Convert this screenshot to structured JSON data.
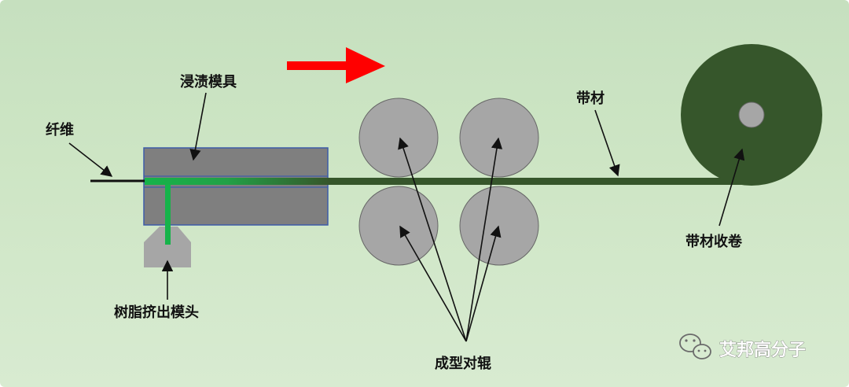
{
  "labels": {
    "fiber": "纤维",
    "die": "浸渍模具",
    "resin_head": "树脂挤出模头",
    "rollers": "成型对辊",
    "strip": "带材",
    "winding": "带材收卷"
  },
  "watermark": {
    "icon": "wechat-icon",
    "text": "艾邦高分子"
  },
  "colors": {
    "die_body": "#7f7f7f",
    "die_border": "#3d5ca8",
    "resin_green": "#16b34a",
    "strip": "#36562b",
    "roller": "#a6a6a6",
    "spool": "#36562b",
    "spool_hub": "#a6a6a6",
    "arrow": "#ff0000",
    "fiber": "#111111"
  }
}
